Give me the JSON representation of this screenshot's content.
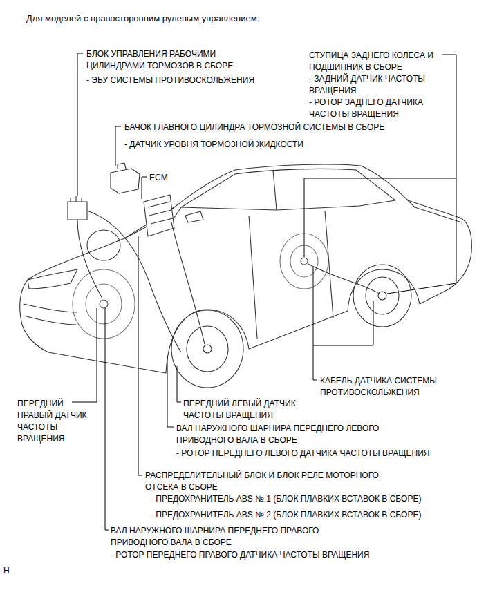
{
  "diagram": {
    "title": "Для моделей с правосторонним рулевым управлением:",
    "labels": [
      "БЛОК УПРАВЛЕНИЯ РАБОЧИМИ ЦИЛИНДРАМИ ТОРМОЗОВ В СБОРЕ",
      "- ЭБУ СИСТЕМЫ ПРОТИВОСКОЛЬЖЕНИЯ",
      "БАЧОК ГЛАВНОГО ЦИЛИНДРА ТОРМОЗНОЙ СИСТЕМЫ В СБОРЕ",
      "- ДАТЧИК УРОВНЯ ТОРМОЗНОЙ ЖИДКОСТИ",
      "ECM",
      "СТУПИЦА ЗАДНЕГО КОЛЕСА И ПОДШИПНИК В СБОРЕ",
      "- ЗАДНИЙ ДАТЧИК ЧАСТОТЫ ВРАЩЕНИЯ",
      "- РОТОР ЗАДНЕГО ДАТЧИКА ЧАСТОТЫ ВРАЩЕНИЯ",
      "КАБЕЛЬ ДАТЧИКА СИСТЕМЫ ПРОТИВОСКОЛЬЖЕНИЯ",
      "ПЕРЕДНИЙ ПРАВЫЙ ДАТЧИК ЧАСТОТЫ ВРАЩЕНИЯ",
      "ПЕРЕДНИЙ ЛЕВЫЙ ДАТЧИК ЧАСТОТЫ ВРАЩЕНИЯ",
      "ВАЛ НАРУЖНОГО ШАРНИРА ПЕРЕДНЕГО ЛЕВОГО ПРИВОДНОГО ВАЛА В СБОРЕ",
      "- РОТОР ПЕРЕДНЕГО ЛЕВОГО ДАТЧИКА ЧАСТОТЫ ВРАЩЕНИЯ",
      "РАСПРЕДЕЛИТЕЛЬНЫЙ БЛОК И БЛОК РЕЛЕ МОТОРНОГО ОТСЕКА В СБОРЕ",
      "- ПРЕДОХРАНИТЕЛЬ ABS № 1 (БЛОК ПЛАВКИХ ВСТАВОК В СБОРЕ)",
      "- ПРЕДОХРАНИТЕЛЬ ABS № 2 (БЛОК ПЛАВКИХ ВСТАВОК В СБОРЕ)",
      "ВАЛ НАРУЖНОГО ШАРНИРА ПЕРЕДНЕГО ПРАВОГО ПРИВОДНОГО ВАЛА В СБОРЕ",
      "- РОТОР ПЕРЕДНЕГО ПРАВОГО ДАТЧИКА ЧАСТОТЫ ВРАЩЕНИЯ",
      "H"
    ]
  }
}
